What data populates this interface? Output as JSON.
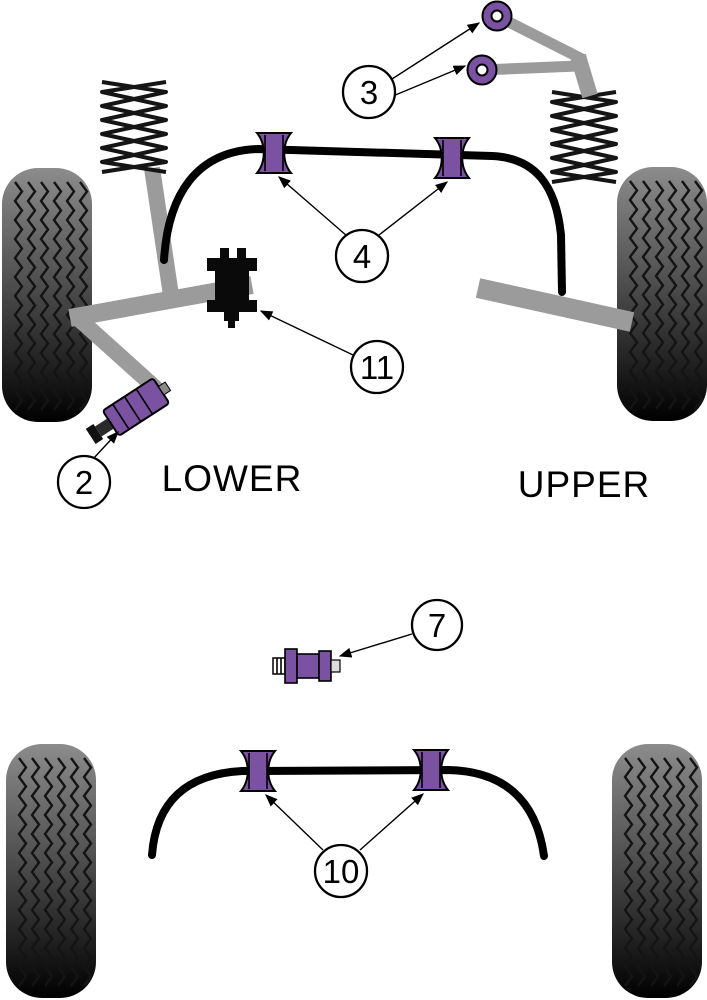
{
  "colors": {
    "bushing_purple": "#7a52a1",
    "arm_gray": "#9b9b9b",
    "outline_black": "#000000",
    "tire_top": "#8c8c8c",
    "tire_mid": "#4f4f4f",
    "tire_bottom": "#000000"
  },
  "labels": {
    "lower": "LOWER",
    "upper": "UPPER"
  },
  "callouts": {
    "c2": "2",
    "c3": "3",
    "c4": "4",
    "c7": "7",
    "c10": "10",
    "c11": "11"
  }
}
